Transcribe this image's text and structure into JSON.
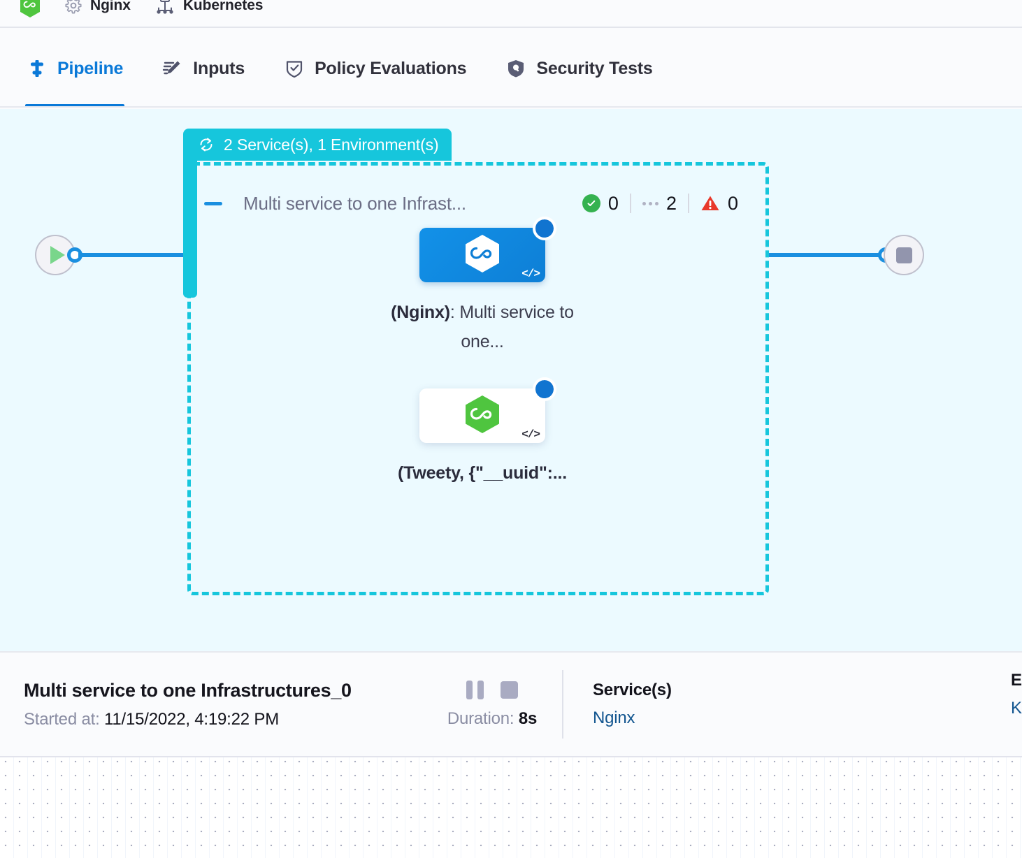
{
  "breadcrumb": {
    "items": [
      {
        "label": "Nginx",
        "icon": "gear-icon"
      },
      {
        "label": "Kubernetes",
        "icon": "kubernetes-icon"
      }
    ],
    "leading_icon": "harness-hexagon-green-icon"
  },
  "tabs": [
    {
      "label": "Pipeline",
      "icon": "pipeline-icon",
      "active": true
    },
    {
      "label": "Inputs",
      "icon": "pencil-lines-icon",
      "active": false
    },
    {
      "label": "Policy Evaluations",
      "icon": "shield-check-icon",
      "active": false
    },
    {
      "label": "Security Tests",
      "icon": "shield-scan-icon",
      "active": false
    }
  ],
  "canvas": {
    "start_node": {
      "name": "start-node",
      "icon": "play-icon"
    },
    "end_node": {
      "name": "end-node",
      "icon": "stop-icon"
    },
    "group": {
      "badge_label": "2 Service(s), 1 Environment(s)",
      "badge_icon": "loop-rotate-icon",
      "badge_color": "#16c6dc",
      "title": "Multi service to one Infrast...",
      "counts": [
        {
          "icon": "check-circle-icon",
          "value": "0",
          "color": "#35b250"
        },
        {
          "icon": "dots-icon",
          "value": "2",
          "color": "#b0b2c3"
        },
        {
          "icon": "warning-triangle-icon",
          "value": "0",
          "color": "#e8392b"
        }
      ]
    },
    "nodes": [
      {
        "label_bold": "(Nginx)",
        "label_rest": ": Multi service to one...",
        "card_style": "blue",
        "logo": "harness-hexagon-white-icon",
        "badge": "running-spinner-icon",
        "corner_icon": "code-brackets-icon"
      },
      {
        "label_bold": "(Tweety, {\"__uuid\":...",
        "label_rest": "",
        "card_style": "white",
        "logo": "harness-hexagon-green-icon",
        "badge": "running-spinner-icon",
        "corner_icon": "code-brackets-icon"
      }
    ]
  },
  "infobar": {
    "title": "Multi service to one Infrastructures_0",
    "started_label": "Started at:",
    "started_value": "11/15/2022, 4:19:22 PM",
    "duration_label": "Duration:",
    "duration_value": "8s",
    "pause_icon": "pause-icon",
    "stop_icon": "stop-icon",
    "services_header": "Service(s)",
    "services_value": "Nginx",
    "environments_header": "Envi",
    "environments_value": "Kub"
  }
}
